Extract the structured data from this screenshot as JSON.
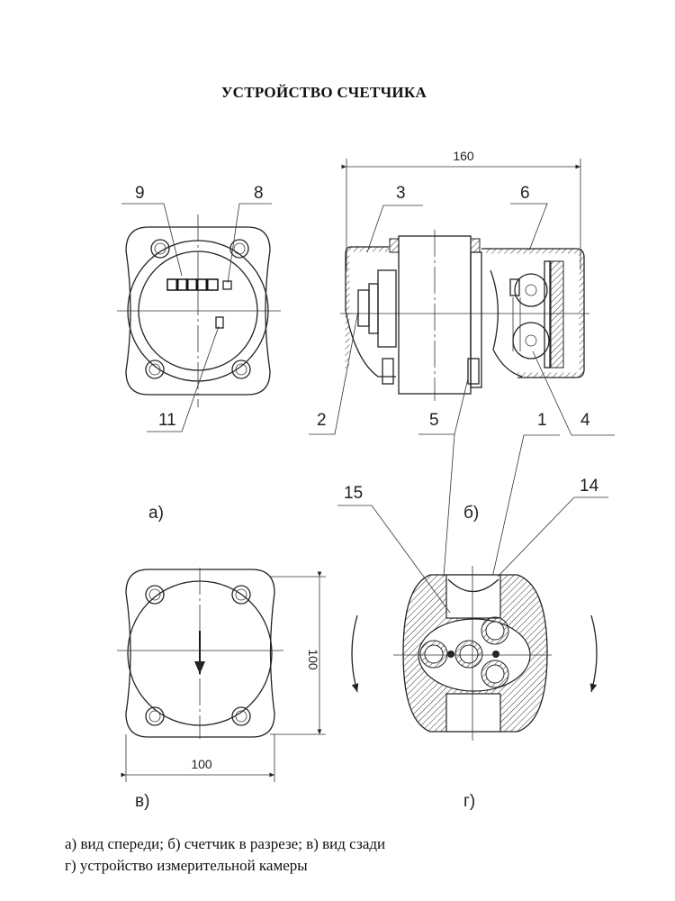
{
  "title": "УСТРОЙСТВО СЧЕТЧИКА",
  "views": {
    "front": {
      "label": "а)",
      "callouts": [
        "9",
        "8",
        "11"
      ]
    },
    "section": {
      "label": "б)",
      "dimension": "160",
      "callouts": [
        "3",
        "6",
        "2",
        "5",
        "1",
        "4"
      ]
    },
    "back": {
      "label": "в)",
      "dimension_width": "100",
      "dimension_height": "100"
    },
    "chamber": {
      "label": "г)",
      "callouts": [
        "15",
        "14"
      ]
    }
  },
  "caption": {
    "line1": "а) вид спереди; б) счетчик в разрезе; в) вид сзади",
    "line2": "г) устройство измерительной камеры"
  }
}
